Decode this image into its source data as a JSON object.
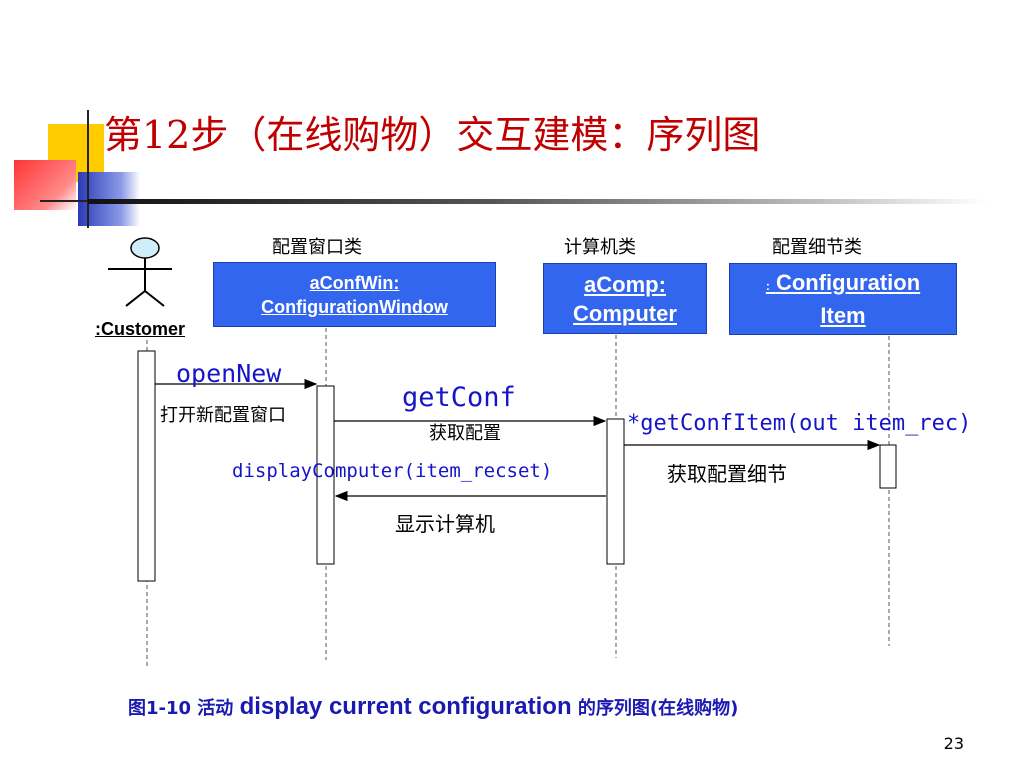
{
  "slide": {
    "title": "第12步（在线购物）交互建模：序列图",
    "page_number": "23"
  },
  "actors": {
    "customer": {
      "label": ":Customer"
    }
  },
  "objects": {
    "conf_win": {
      "stereotype": "配置窗口类",
      "line1": "aConfWin:",
      "line2": "ConfigurationWindow"
    },
    "computer": {
      "stereotype": "计算机类",
      "line1": "aComp:",
      "line2": "Computer"
    },
    "conf_item": {
      "stereotype": "配置细节类",
      "line1_prefix": ":",
      "line1": "Configuration",
      "line2": "Item"
    }
  },
  "messages": {
    "open_new": {
      "name": "openNew",
      "desc": "打开新配置窗口"
    },
    "get_conf": {
      "name": "getConf",
      "desc": "获取配置"
    },
    "get_conf_item": {
      "name": "*getConfItem(out item_rec)",
      "desc": "获取配置细节"
    },
    "display_computer": {
      "name": "displayComputer(item_recset)",
      "desc": "显示计算机"
    }
  },
  "caption": {
    "prefix": "图1-10  活动 ",
    "activity": "display current configuration",
    "suffix": " 的序列图(在线购物)"
  },
  "colors": {
    "title": "#c00000",
    "object_box": "#3366ee",
    "message_text": "#1515c8",
    "caption": "#1a1ab0",
    "deco_yellow": "#ffcc00",
    "deco_red": "#ff3333",
    "deco_blue": "#3344cc",
    "actor_head": "#cfeefa"
  }
}
